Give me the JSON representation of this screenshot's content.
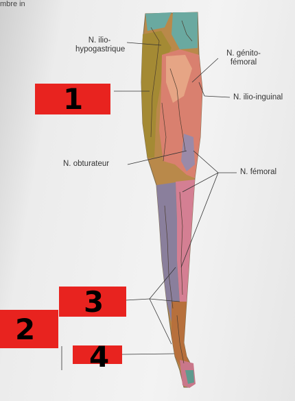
{
  "header": {
    "running_text": "mbre in"
  },
  "labels": {
    "ilio_hypo_line1": "N. ilio-",
    "ilio_hypo_line2": "hypogastrique",
    "genito_line1": "N. génito-",
    "genito_line2": "fémoral",
    "ilio_inguinal": "N. ilio-inguinal",
    "obturateur": "N. obturateur",
    "femoral": "N. fémoral"
  },
  "markers": [
    "1",
    "2",
    "3",
    "4"
  ],
  "colors": {
    "marker_box": "#e8231f",
    "teal_zone": "#6aa9a0",
    "olive_zone": "#a48a34",
    "salmon_zone": "#d9806f",
    "pink_zone": "#d47f93",
    "purple_zone": "#8a7f9c",
    "orange_zone": "#b7703c"
  }
}
